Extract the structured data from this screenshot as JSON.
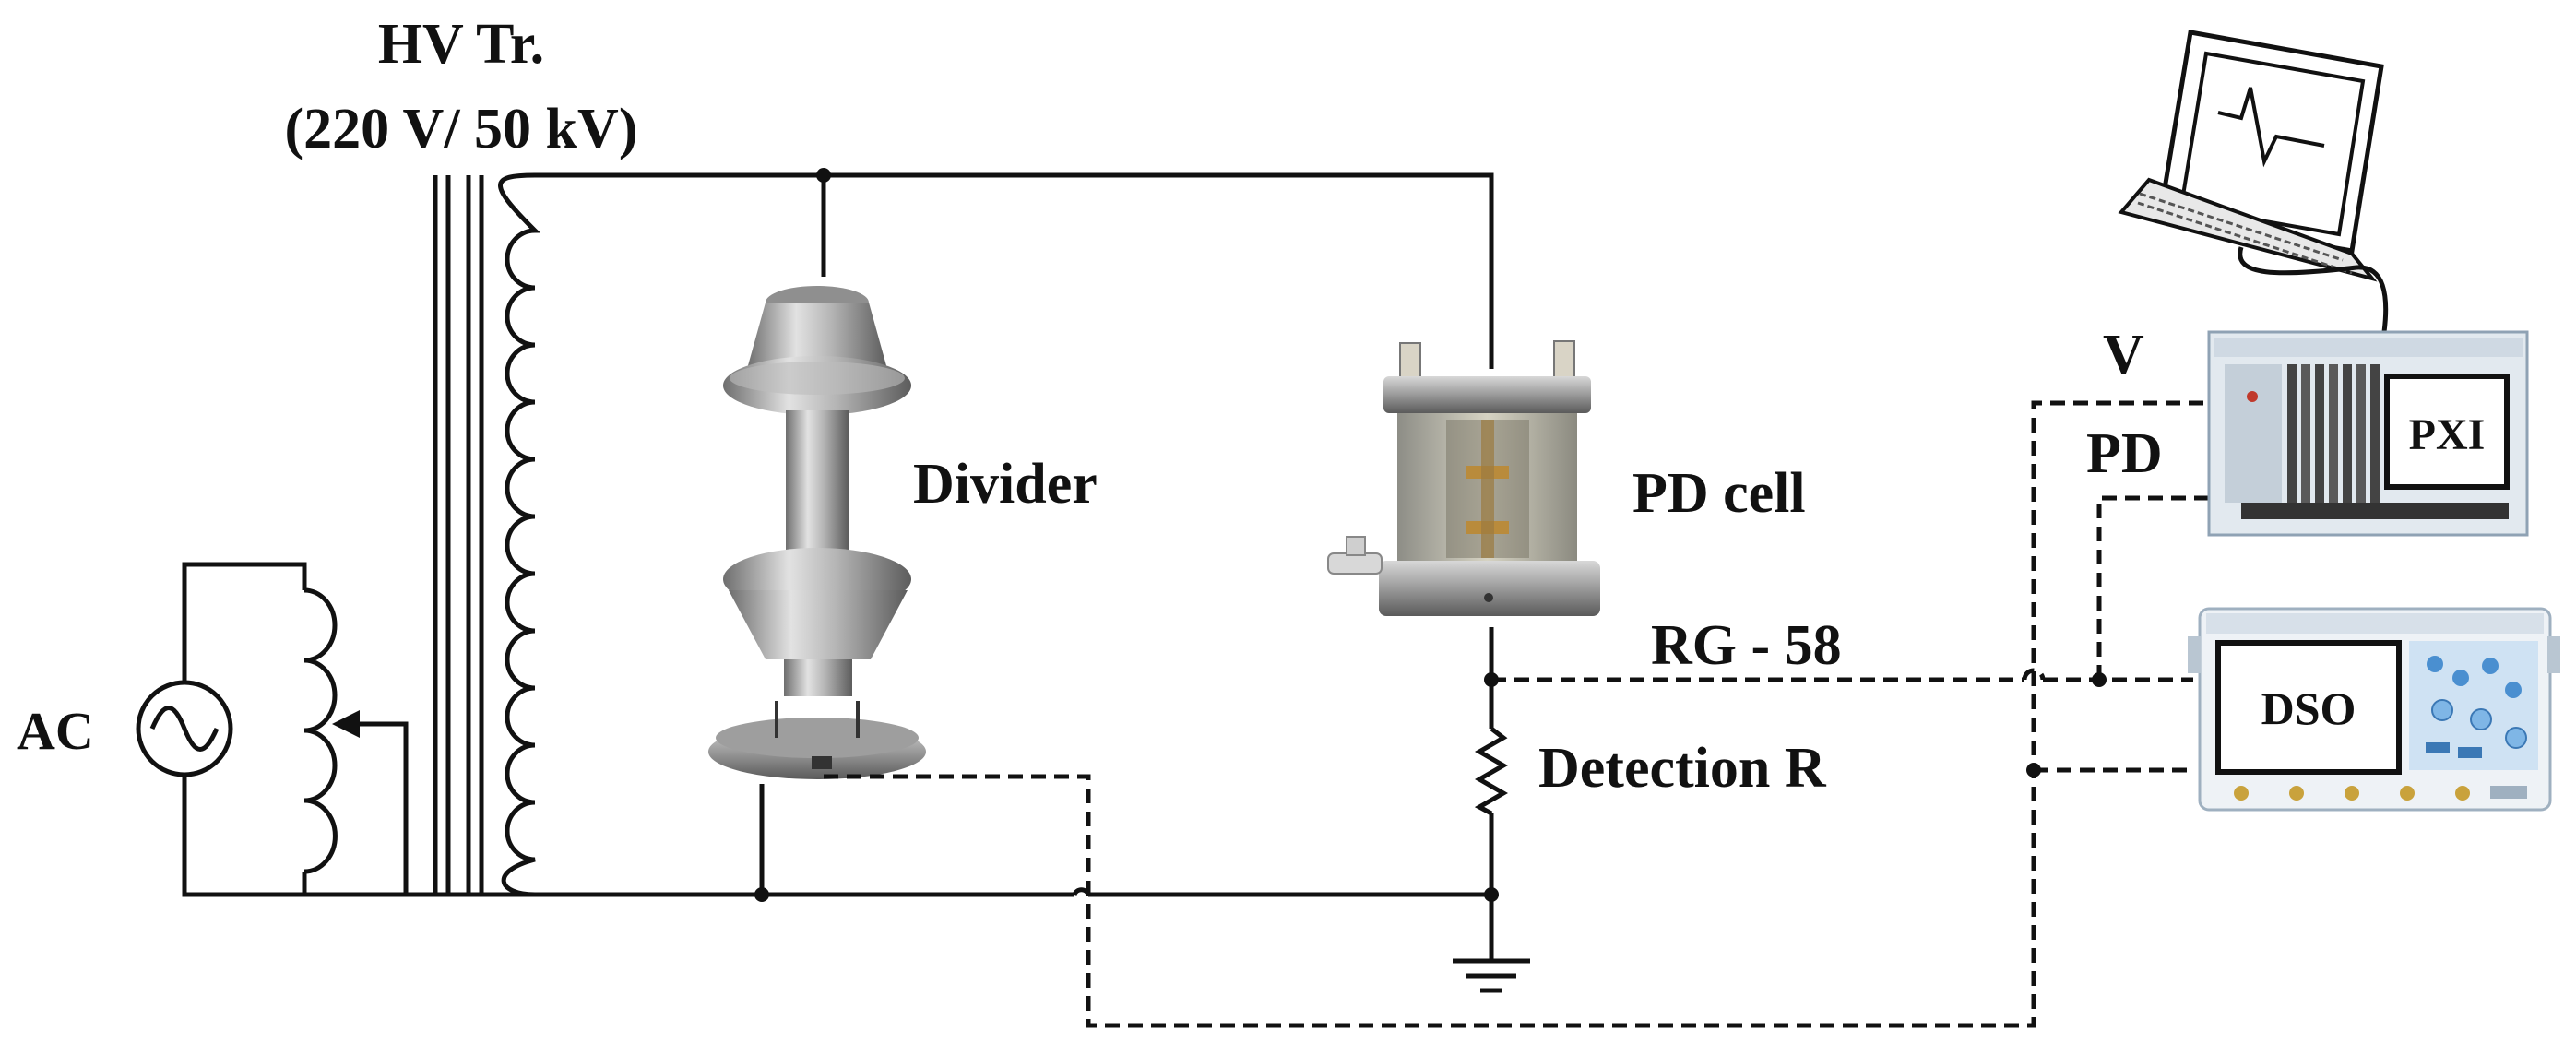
{
  "labels": {
    "transformer_line1": "HV Tr.",
    "transformer_line2": "(220 V/ 50 kV)",
    "ac_source": "AC",
    "divider": "Divider",
    "pd_cell": "PD cell",
    "cable": "RG - 58",
    "detection_resistor": "Detection R",
    "voltage_channel": "V",
    "pd_channel": "PD",
    "pxi": "PXI",
    "dso": "DSO"
  },
  "colors": {
    "wire": "#111111",
    "metal": "#a9a9a9",
    "instrument_frame": "#dfe7ee",
    "dso_panel": "#7fb6e6"
  },
  "icons": {
    "ac_source": "sine-wave-circle-icon",
    "ground": "ground-icon",
    "laptop": "laptop-icon",
    "resistor": "resistor-zigzag-icon"
  }
}
